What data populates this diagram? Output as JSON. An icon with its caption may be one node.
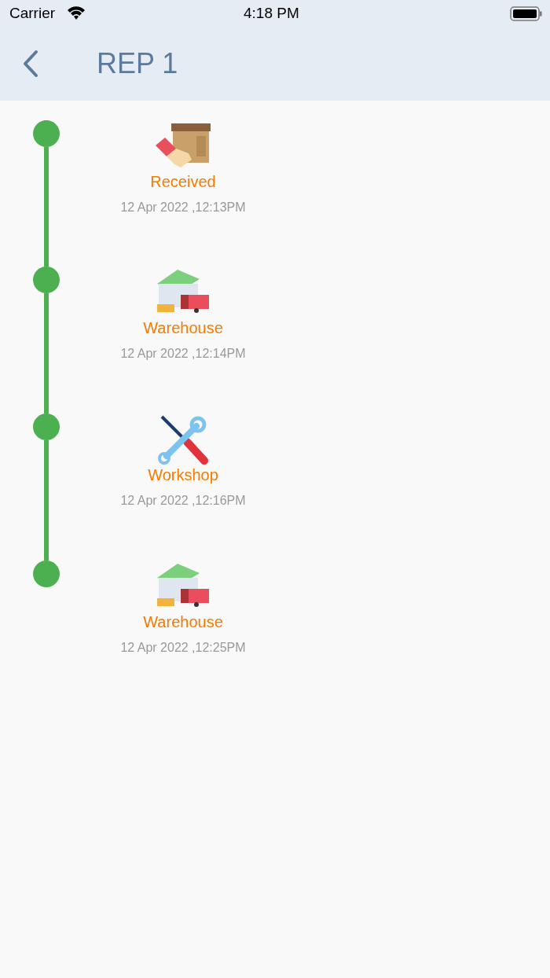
{
  "diagram": {
    "title": "REP 1",
    "nodes": [
      {
        "text": [],
        "shape": "circle",
        "beside": [
          "Received",
          "12 Apr 2022 ,12:13PM"
        ]
      },
      {
        "text": [],
        "shape": "circle",
        "beside": [
          "Warehouse",
          "12 Apr 2022 ,12:14PM"
        ]
      },
      {
        "text": [],
        "shape": "circle",
        "beside": [
          "Workshop",
          "12 Apr 2022 ,12:16PM"
        ]
      },
      {
        "text": [],
        "shape": "circle",
        "beside": [
          "Warehouse",
          "12 Apr 2022 ,12:25PM"
        ]
      }
    ],
    "edges": [
      {
        "from": 0,
        "to": 1,
        "arrow": "none"
      },
      {
        "from": 1,
        "to": 2,
        "arrow": "none"
      },
      {
        "from": 2,
        "to": 3,
        "arrow": "none"
      }
    ],
    "labels": [
      "Carrier",
      "4:18 PM"
    ]
  }
}
